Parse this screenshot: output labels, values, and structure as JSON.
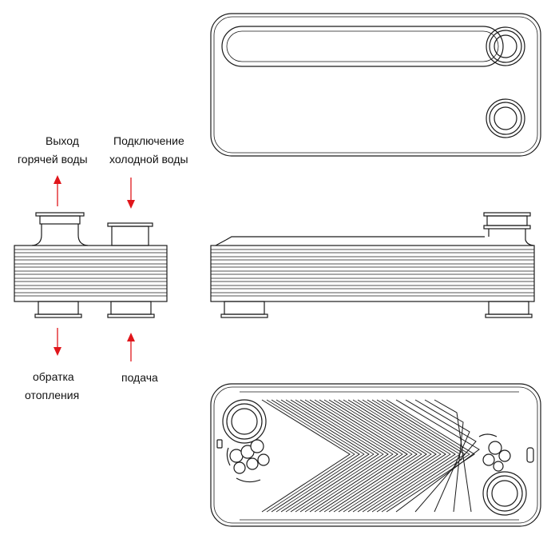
{
  "labels": {
    "hot_water_out_line1": "Выход",
    "hot_water_out_line2": "горячей воды",
    "cold_water_in_line1": "Подключение",
    "cold_water_in_line2": "холодной воды",
    "heating_return_line1": "обратка",
    "heating_return_line2": "отопления",
    "supply": "подача"
  },
  "colors": {
    "arrow": "#e0161b",
    "stroke": "#1a1a1a"
  },
  "plate_count": 14
}
